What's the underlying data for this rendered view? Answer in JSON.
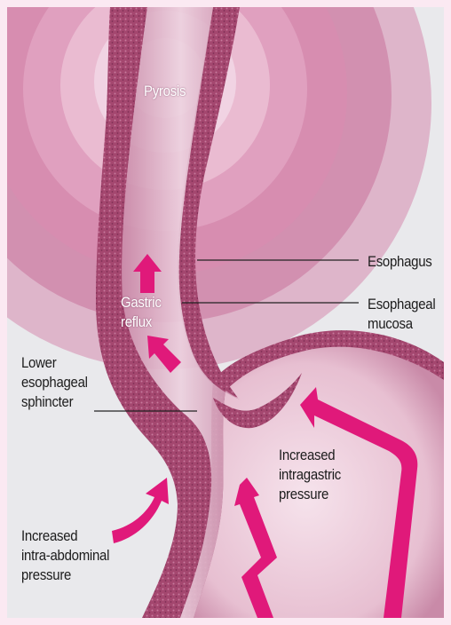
{
  "labels": {
    "pyrosis": "Pyrosis",
    "esophagus": "Esophagus",
    "esophageal_mucosa": "Esophageal\nmucosa",
    "gastric_reflux": "Gastric\nreflux",
    "lower_esophageal_sphincter": "Lower\nesophageal\nsphincter",
    "increased_intragastric_pressure": "Increased\nintragastric\npressure",
    "increased_intra_abdominal_pressure": "Increased\nintra-abdominal\npressure"
  },
  "colors": {
    "background": "#e9e9ec",
    "frame": "#fbe9f2",
    "tissue": "#a4476f",
    "lumen": "#d7a7be",
    "arrow": "#e0197a",
    "heat_rings": "#c96b94"
  }
}
